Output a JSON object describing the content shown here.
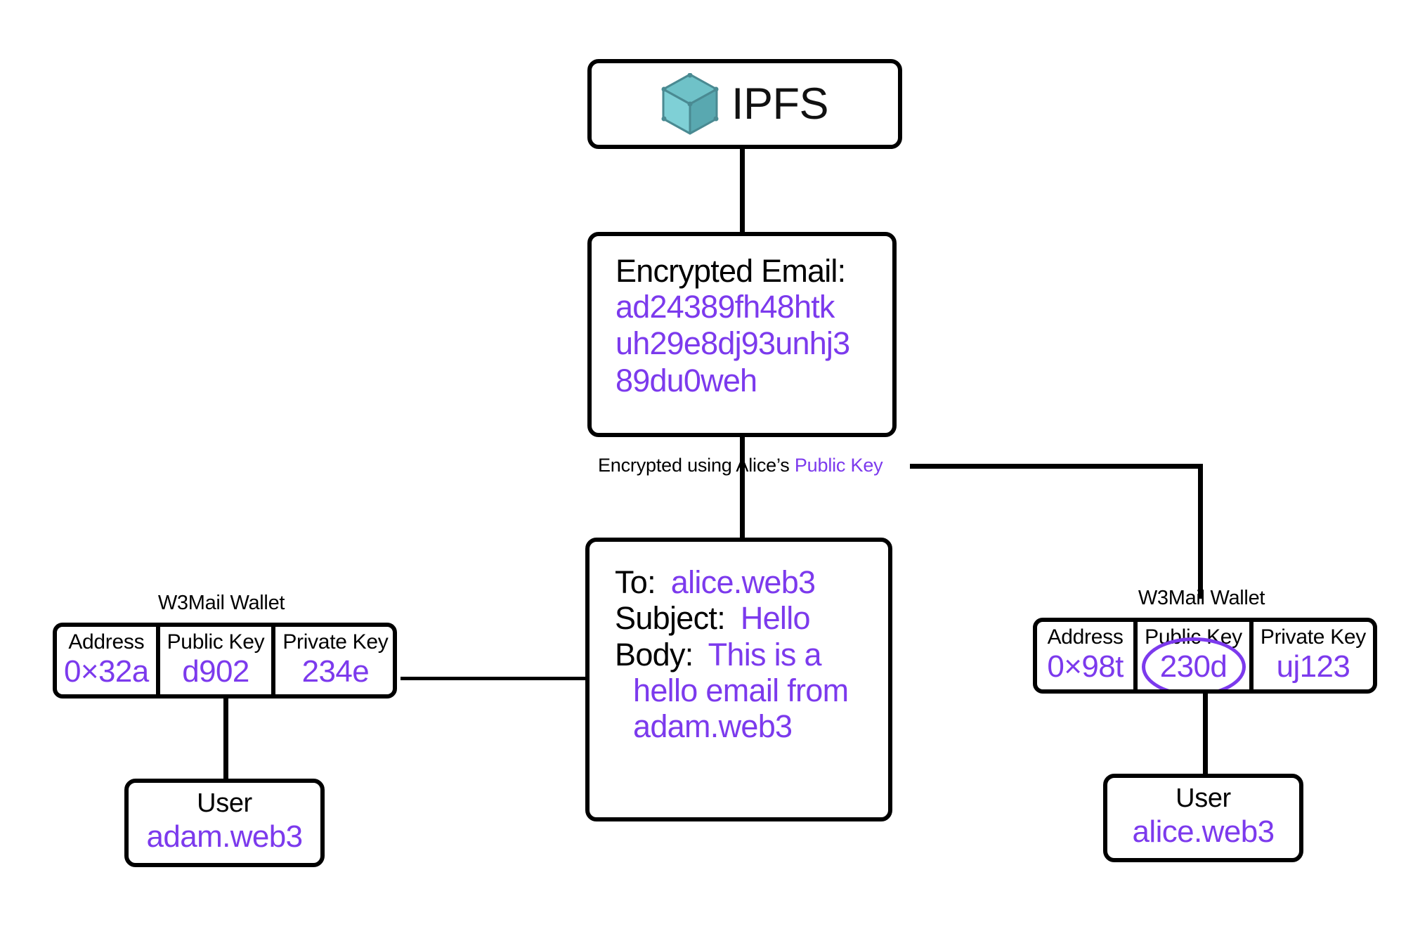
{
  "theme": {
    "accent_purple": "#7C3AED",
    "stroke_black": "#000000",
    "background": "#ffffff",
    "ipfs_cube_top": "#6FC2C8",
    "ipfs_cube_left": "#7FD0D6",
    "ipfs_cube_right": "#59A8B0",
    "ipfs_cube_edge": "#4A8A92"
  },
  "ipfs": {
    "icon": "ipfs-cube-icon",
    "label": "IPFS"
  },
  "encrypted_email": {
    "title": "Encrypted Email:",
    "ciphertext_lines": [
      "ad24389fh48htk",
      "uh29e8dj93unhj3",
      "89du0weh"
    ]
  },
  "encryption_note": {
    "prefix": "Encrypted using Alice’s ",
    "highlight": "Public Key"
  },
  "email": {
    "to_label": "To:",
    "to_value": "alice.web3",
    "subject_label": "Subject:",
    "subject_value": "Hello",
    "body_label": "Body:",
    "body_lines": [
      "This is a",
      "hello email from",
      "adam.web3"
    ]
  },
  "wallet_left": {
    "caption": "W3Mail Wallet",
    "columns": [
      "Address",
      "Public Key",
      "Private Key"
    ],
    "values": [
      "0×32a",
      "d902",
      "234e"
    ],
    "circled_index": null
  },
  "wallet_right": {
    "caption": "W3Mail Wallet",
    "columns": [
      "Address",
      "Public Key",
      "Private Key"
    ],
    "values": [
      "0×98t",
      "230d",
      "uj123"
    ],
    "circled_index": 1
  },
  "user_left": {
    "head": "User",
    "name": "adam.web3"
  },
  "user_right": {
    "head": "User",
    "name": "alice.web3"
  }
}
